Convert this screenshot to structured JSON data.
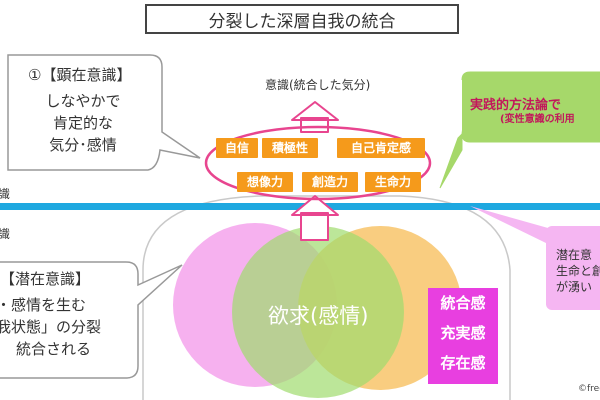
{
  "title": "分裂した深層自我の統合",
  "upper_label": "識",
  "lower_label": "識",
  "conscious_callout": {
    "title": "①【顕在意識】",
    "lines": [
      "しなやかで",
      "肯定的な",
      "気分･感情"
    ]
  },
  "subconscious_callout": {
    "title": "【潜在意識】",
    "lines": [
      "・感情を生む",
      "我状態」の分裂",
      "統合される"
    ]
  },
  "consciousness_text": "意識(統合した気分)",
  "chips_row1": [
    "自信",
    "積極性",
    "自己肯定感"
  ],
  "chips_row2": [
    "想像力",
    "創造力",
    "生命力"
  ],
  "green_callout": {
    "title": "実践的方法論で",
    "subtitle": "(変性意識の利用"
  },
  "pink_callout": {
    "lines": [
      "潜在意",
      "生命と創",
      "が湧い"
    ]
  },
  "desire_text": "欲求(感情)",
  "result_box": [
    "統合感",
    "充実感",
    "存在感"
  ],
  "copyright": "©free",
  "colors": {
    "orange_chip": "#f59a1b",
    "pink_circle": "#f5a3ec",
    "green_circle": "#a8e07a",
    "orange_circle": "#f8c46a",
    "blue_line": "#1ea8e0",
    "ellipse_outline": "#e8458f",
    "magenta_box": "#e83fe0",
    "green_callout": "#a6d86a"
  }
}
